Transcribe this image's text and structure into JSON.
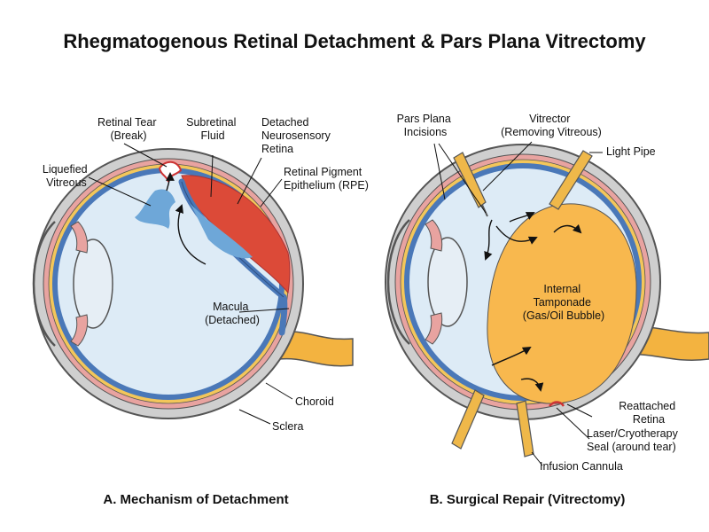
{
  "title": "Rhegmatogenous Retinal Detachment & Pars Plana Vitrectomy",
  "panel_a": {
    "caption": "A. Mechanism of Detachment",
    "labels": {
      "retinal_tear": [
        "Retinal Tear",
        "(Break)"
      ],
      "subretinal_fluid": [
        "Subretinal",
        "Fluid"
      ],
      "detached_retina": [
        "Detached",
        "Neurosensory",
        "Retina"
      ],
      "liquefied_vitreous": [
        "Liquefied",
        "Vitreous"
      ],
      "rpe": [
        "Retinal Pigment",
        "Epithelium (RPE)"
      ],
      "macula": [
        "Macula",
        "(Detached)"
      ],
      "choroid": [
        "Choroid"
      ],
      "sclera": [
        "Sclera"
      ]
    }
  },
  "panel_b": {
    "caption": "B. Surgical Repair (Vitrectomy)",
    "labels": {
      "incisions": [
        "Pars Plana",
        "Incisions"
      ],
      "vitrector": [
        "Vitrector",
        "(Removing Vitreous)"
      ],
      "light_pipe": [
        "Light Pipe"
      ],
      "tamponade": [
        "Internal",
        "Tamponade",
        "(Gas/Oil Bubble)"
      ],
      "reattached": [
        "Reattached",
        "Retina"
      ],
      "laser": [
        "Laser/Cryotherapy",
        "Seal (around tear)"
      ],
      "cannula": [
        "Infusion Cannula"
      ]
    }
  },
  "colors": {
    "sclera": "#cfcfcf",
    "choroid": "#e8a3a0",
    "rpe_yellow": "#f3c65a",
    "retina_blue": "#4a78b8",
    "vitreous": "#ddebf6",
    "fluid_red": "#dc4a38",
    "fluid_blue": "#6ea7d8",
    "optic_nerve": "#f3b340",
    "tamponade": "#f8b84e",
    "instrument": "#efb84a"
  }
}
